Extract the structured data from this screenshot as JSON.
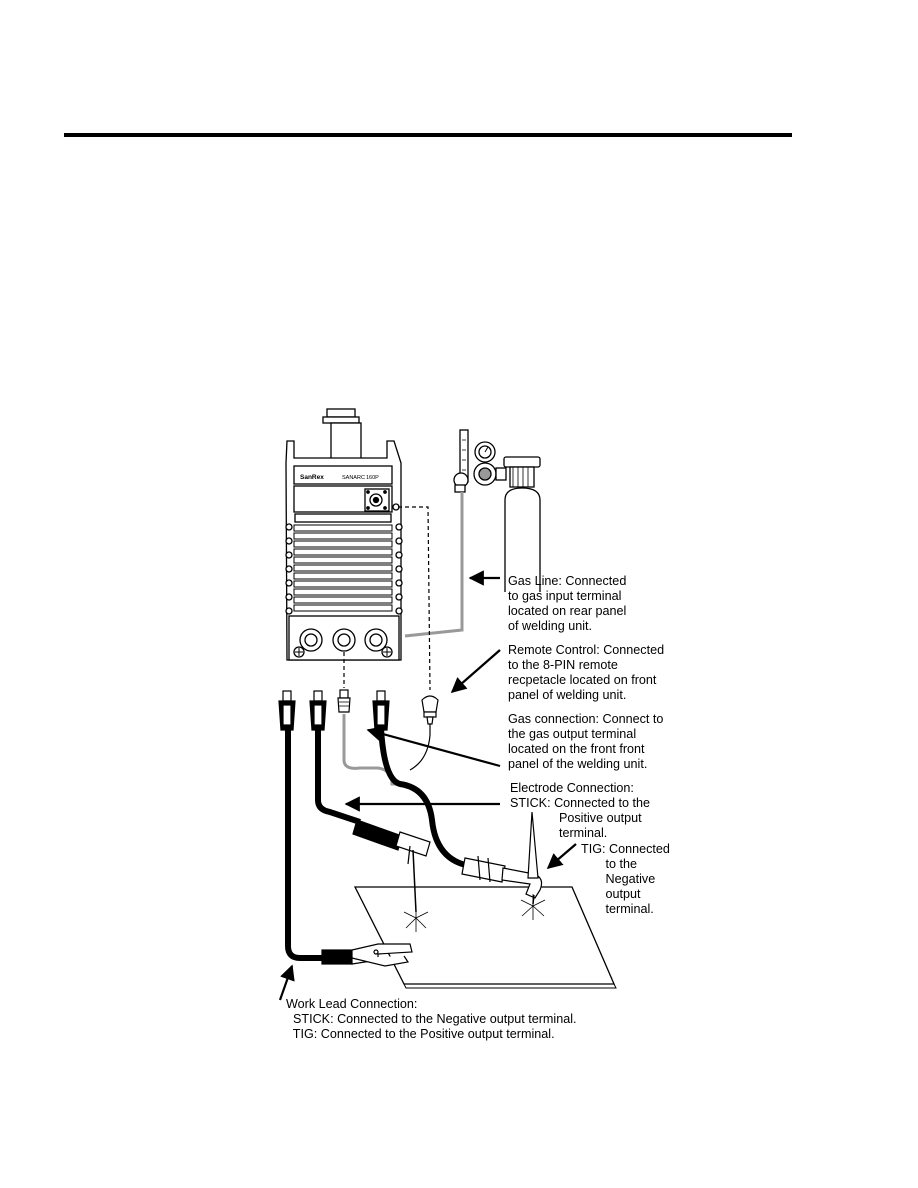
{
  "unit": {
    "brand": "SanRex",
    "model_prefix": "SANARC",
    "model": "160P"
  },
  "callouts": {
    "gas_line": "Gas Line: Connected\nto gas input terminal\nlocated on rear panel\nof welding unit.",
    "remote_control": "Remote Control: Connected\nto the 8-PIN remote\nrecpetacle located on front\npanel of welding unit.",
    "gas_connection": "Gas connection: Connect to\nthe gas output terminal\nlocated on the front front\npanel of the welding unit.",
    "electrode_heading": "Electrode Connection:",
    "electrode_stick": "STICK: Connected to the\n              Positive output\n              terminal.",
    "electrode_tig": "TIG: Connected\n       to the\n       Negative\n       output\n       terminal.",
    "work_lead": "Work Lead Connection:\n  STICK: Connected to the Negative output terminal.\n  TIG: Connected to the Positive output terminal."
  }
}
